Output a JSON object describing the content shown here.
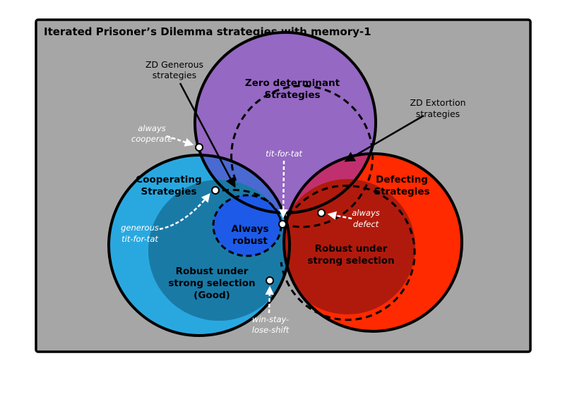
{
  "title": "Iterated Prisoner’s Dilemma strategies with memory-1",
  "colors": {
    "background_panel": "#a6a6a6",
    "zero_determinant": "#9568c3",
    "cooperating": "#29a8e0",
    "defecting": "#ff2a00",
    "zd_coop_overlap": "#4a6ad2",
    "zd_defect_overlap": "#c1306e",
    "robust_good": "#1a7aa6",
    "robust_defect": "#b01a0c",
    "always_robust": "#1d5ae8"
  },
  "regions": {
    "zero_determinant": [
      "Zero determinant",
      "Strategies"
    ],
    "cooperating": [
      "Cooperating",
      "Strategies"
    ],
    "defecting": [
      "Defecting",
      "Strategies"
    ],
    "always_robust": [
      "Always",
      "robust"
    ],
    "robust_good": [
      "Robust under",
      "strong selection",
      "(Good)"
    ],
    "robust_defect": [
      "Robust under",
      "strong selection"
    ]
  },
  "annotations": {
    "zd_generous": [
      "ZD Generous",
      "strategies"
    ],
    "zd_extortion": [
      "ZD Extortion",
      "strategies"
    ]
  },
  "strategies": {
    "always_cooperate": [
      "always",
      "cooperate"
    ],
    "tit_for_tat": [
      "tit-for-tat"
    ],
    "generous_tft": [
      "generous",
      "tit-for-tat"
    ],
    "always_defect": [
      "always",
      "defect"
    ],
    "wsls": [
      "win-stay-",
      "lose-shift"
    ]
  }
}
